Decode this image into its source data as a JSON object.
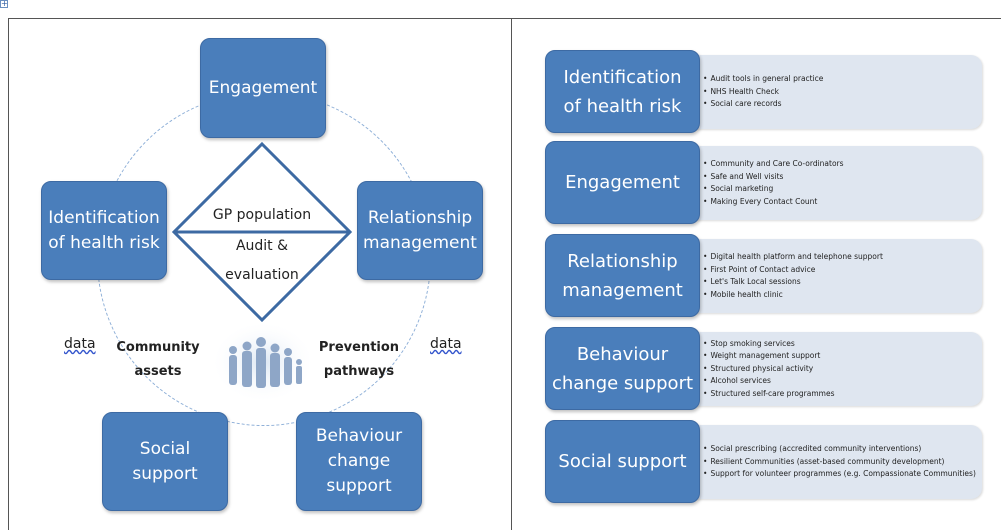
{
  "cycle": {
    "nodes": [
      {
        "id": "engagement",
        "label": "Engagement"
      },
      {
        "id": "identification",
        "label": "Identification\nof health risk"
      },
      {
        "id": "relationship",
        "label": "Relationship\nmanagement"
      },
      {
        "id": "social",
        "label": "Social\nsupport"
      },
      {
        "id": "behaviour",
        "label": "Behaviour\nchange\nsupport"
      }
    ],
    "center": {
      "line1": "GP population",
      "line2": "Audit &",
      "line3": "evaluation"
    },
    "data_left": "data",
    "data_right": "data",
    "community_assets": "Community\nassets",
    "prevention_pathways": "Prevention\npathways"
  },
  "rows": [
    {
      "label": "Identification\nof health risk",
      "items": [
        "Audit tools in general practice",
        "NHS Health Check",
        "Social care records"
      ]
    },
    {
      "label": "Engagement",
      "items": [
        "Community and Care Co-ordinators",
        "Safe and Well visits",
        "Social marketing",
        "Making Every Contact Count"
      ]
    },
    {
      "label": "Relationship\nmanagement",
      "items": [
        "Digital health platform and telephone support",
        "First Point of Contact advice",
        "Let's Talk Local sessions",
        "Mobile health clinic"
      ]
    },
    {
      "label": "Behaviour\nchange support",
      "items": [
        "Stop smoking services",
        "Weight management support",
        "Structured physical activity",
        "Alcohol services",
        "Structured self-care programmes"
      ]
    },
    {
      "label": "Social support",
      "items": [
        "Social prescribing (accredited community interventions)",
        "Resilient Communities (asset-based community development)",
        "Support for volunteer programmes (e.g. Compassionate Communities)"
      ]
    }
  ],
  "colors": {
    "box": "#4a7ebb",
    "detail": "#dfe6f0",
    "diamond": "#3d6aa3",
    "ring": "#8fb0d8"
  }
}
